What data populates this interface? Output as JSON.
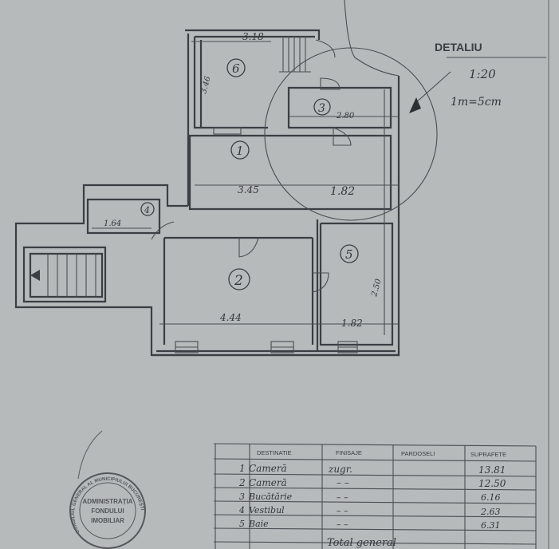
{
  "detail": {
    "title": "DETALIU",
    "scale": "1:20",
    "note": "1m=5cm"
  },
  "rooms": [
    {
      "number": "1"
    },
    {
      "number": "2"
    },
    {
      "number": "3"
    },
    {
      "number": "4"
    },
    {
      "number": "5"
    },
    {
      "number": "6"
    }
  ],
  "dimensions": {
    "room6_width": "3.18",
    "room6_height": "3.46",
    "room1_width": "3.45",
    "room1_right": "1.82",
    "room3_width": "2.80",
    "room2_width": "4.44",
    "room5_width": "1.82",
    "room5_height": "2.50",
    "room4_width": "1.64"
  },
  "table": {
    "headers": [
      "DESTINATIE",
      "FINISAJE",
      "PARDOSELI",
      "SUPRAFETE"
    ],
    "rows": [
      {
        "no": "1",
        "destination": "Cameră",
        "finish": "zugr.",
        "floor": "",
        "area": "13.81"
      },
      {
        "no": "2",
        "destination": "Cameră",
        "finish": "– –",
        "floor": "",
        "area": "12.50"
      },
      {
        "no": "3",
        "destination": "Bucătărie",
        "finish": "– –",
        "floor": "",
        "area": "6.16"
      },
      {
        "no": "4",
        "destination": "Vestibul",
        "finish": "– –",
        "floor": "",
        "area": "2.63"
      },
      {
        "no": "5",
        "destination": "Baie",
        "finish": "– –",
        "floor": "",
        "area": "6.31"
      }
    ],
    "total_label": "Total general"
  },
  "stamp": {
    "outer": "CONSILIUL GENERAL AL MUNICIPIULUI BUCUREȘTI",
    "inner1": "ADMINISTRAȚIA",
    "inner2": "FONDULUI",
    "inner3": "IMOBILIAR"
  }
}
